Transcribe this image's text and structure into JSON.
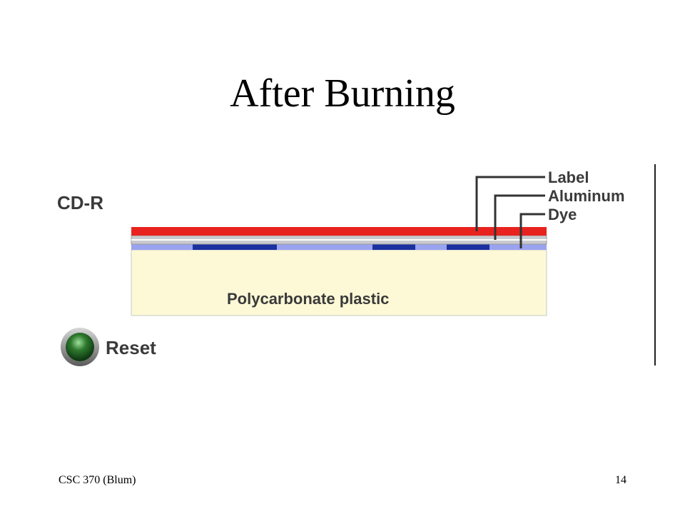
{
  "slide": {
    "title": "After Burning",
    "footer_left": "CSC 370 (Blum)",
    "page_number": "14"
  },
  "diagram": {
    "product_label": "CD-R",
    "layers": {
      "label": "Label",
      "aluminum": "Aluminum",
      "dye": "Dye",
      "substrate": "Polycarbonate plastic"
    },
    "reset_label": "Reset",
    "burned_marks_count": 3,
    "colors": {
      "label_layer": "#e8231f",
      "aluminum_layer": "#c9c9cf",
      "dye_layer": "#9aa3f0",
      "burned_mark": "#1a2fa0",
      "substrate": "#fdf9d6",
      "reset_button": "#2f7a2f"
    }
  }
}
